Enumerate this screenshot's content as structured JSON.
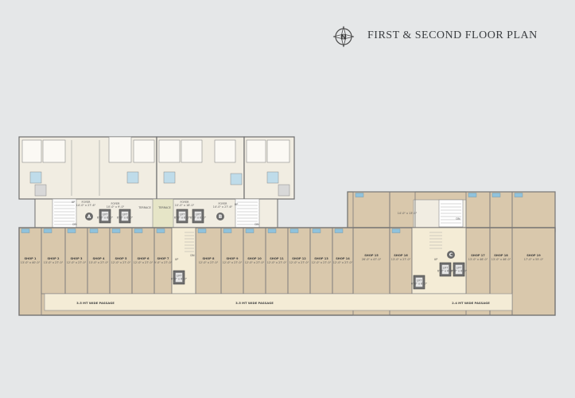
{
  "header": {
    "title": "FIRST & SECOND FLOOR PLAN",
    "compass_letter": "N"
  },
  "colors": {
    "background": "#e5e7e8",
    "shop_fill": "#d9c8ac",
    "passage_fill": "#f4ecd6",
    "wall": "#6d6d6d",
    "window": "#8fc2dc",
    "badge": "#6b6b6b"
  },
  "shops": [
    {
      "name": "SHOP 1",
      "size": "13'-0\" x 40'-0\""
    },
    {
      "name": "SHOP 2",
      "size": "13'-0\" x 27'-0\""
    },
    {
      "name": "SHOP 3",
      "size": "12'-0\" x 27'-0\""
    },
    {
      "name": "SHOP 4",
      "size": "13'-0\" x 27'-0\""
    },
    {
      "name": "SHOP 5",
      "size": "12'-0\" x 27'-0\""
    },
    {
      "name": "SHOP 6",
      "size": "12'-0\" x 27'-0\""
    },
    {
      "name": "SHOP 7",
      "size": "9'-0\" x 27'-0\""
    },
    {
      "name": "SHOP 8",
      "size": "12'-0\" x 27'-0\""
    },
    {
      "name": "SHOP 9",
      "size": "12'-0\" x 27'-0\""
    },
    {
      "name": "SHOP 10",
      "size": "12'-0\" x 27'-0\""
    },
    {
      "name": "SHOP 11",
      "size": "12'-0\" x 27'-0\""
    },
    {
      "name": "SHOP 12",
      "size": "12'-0\" x 27'-0\""
    },
    {
      "name": "SHOP 13",
      "size": "12'-0\" x 27'-0\""
    },
    {
      "name": "SHOP 14",
      "size": "12'-0\" x 27'-0\""
    },
    {
      "name": "SHOP 15",
      "size": "26'-0\" x 47'-0\""
    },
    {
      "name": "SHOP 16",
      "size": "13'-0\" x 27'-0\""
    },
    {
      "name": "SHOP 17",
      "size": "13'-0\" x 46'-0\""
    },
    {
      "name": "SHOP 18",
      "size": "13'-0\" x 46'-0\""
    },
    {
      "name": "SHOP 19",
      "size": "17'-0\" x 55'-0\""
    }
  ],
  "extra_room": "14'-0\" x 13'-0\"",
  "passages": [
    "3.5 MT WIDE PASSAGE",
    "3.5 MT WIDE PASSAGE",
    "2.4 MT WIDE PASSAGE"
  ],
  "lifts": [
    {
      "name": "LIFT",
      "size": "6'-0\" x 6'-0\""
    },
    {
      "name": "LIFT",
      "size": "6'-0\" x 6'-0\""
    },
    {
      "name": "LIFT",
      "size": "6'-0\" x 6'-0\""
    },
    {
      "name": "LIFT",
      "size": "6'-0\" x 6'-0\""
    },
    {
      "name": "LIFT",
      "size": "6'-0\" x 6'-0\""
    },
    {
      "name": "LIFT",
      "size": "6'-0\" x 6'-0\""
    },
    {
      "name": "LIFT",
      "size": "6'-0\" x 6'-0\""
    },
    {
      "name": "LIFT",
      "size": "6'-0\" x 6'-0\""
    }
  ],
  "foyers": [
    {
      "name": "FOYER",
      "size": "14'-0\" x 27'-6\""
    },
    {
      "name": "FOYER",
      "size": "10'-0\" x 9'-0\""
    },
    {
      "name": "FOYER",
      "size": "10'-0\" x 18'-0\""
    },
    {
      "name": "FOYER",
      "size": "14'-0\" x 27'-6\""
    }
  ],
  "terraces": [
    "TERRACE",
    "TERRACE"
  ],
  "cores": [
    "A",
    "B",
    "C"
  ],
  "stair_labels": {
    "up": "UP",
    "dn": "DN"
  }
}
